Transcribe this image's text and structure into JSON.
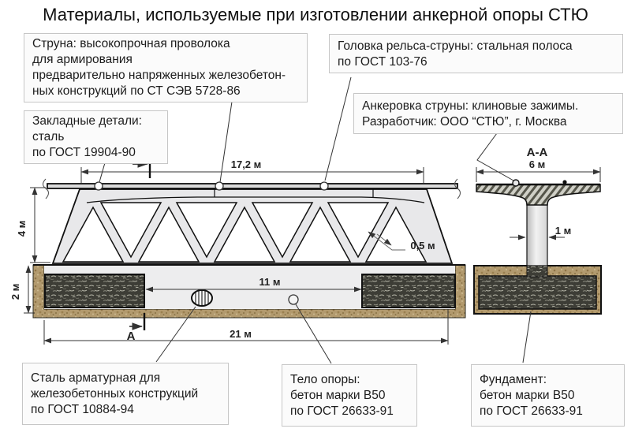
{
  "title": "Материалы, используемые при изготовлении анкерной опоры СТЮ",
  "callouts": {
    "struna": "Струна: высокопрочная проволока\nдля армирования\nпредварительно напряженных железобетон-\nных конструкций по СТ СЭВ 5728-86",
    "zakladnye": "Закладные детали: сталь\nпо ГОСТ 19904-90",
    "golovka": "Головка рельса-струны: стальная полоса\nпо ГОСТ 103-76",
    "ankerovka": "Анкеровка струны: клиновые зажимы.\nРазработчик: ООО “СТЮ”, г. Москва",
    "stal": "Сталь арматурная для\nжелезобетонных конструкций\nпо ГОСТ 10884-94",
    "telo": "Тело опоры:\nбетон марки В50\nпо ГОСТ 26633-91",
    "fundament": "Фундамент:\nбетон марки В50\nпо ГОСТ 26633-91"
  },
  "dimensions": {
    "span_top": "17,2 м",
    "truss_height": "4 м",
    "foundation_height": "2 м",
    "span_inner": "11 м",
    "span_total": "21 м",
    "strut_thickness": "0,5 м",
    "section_width": "6 м",
    "stem_width": "1 м",
    "section_label": "А",
    "section_title": "А-А"
  },
  "colors": {
    "soil": "#b29a6e",
    "concrete_dark": "#3d3d36",
    "truss_fill": "#e8e8ea",
    "slab_fill": "#ededee",
    "line": "#111111",
    "box_border": "#c6c6c6"
  }
}
